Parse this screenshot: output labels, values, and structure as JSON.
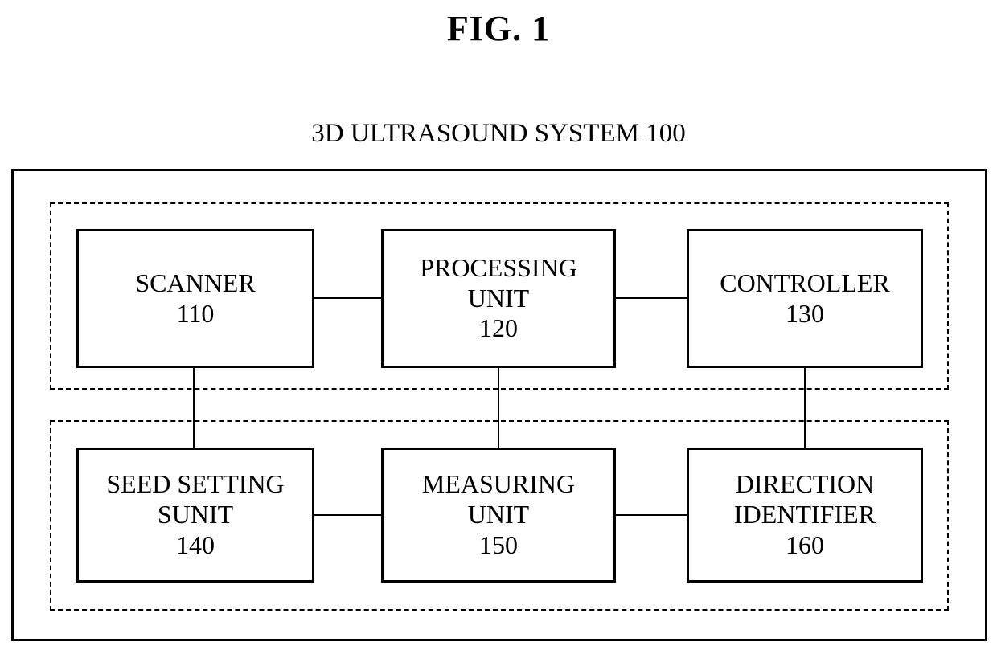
{
  "figure": {
    "title": "FIG. 1",
    "system_label": "3D ULTRASOUND SYSTEM 100"
  },
  "blocks": [
    {
      "id": "scanner",
      "lines": [
        "SCANNER"
      ],
      "number": "110"
    },
    {
      "id": "processing-unit",
      "lines": [
        "PROCESSING",
        "UNIT"
      ],
      "number": "120"
    },
    {
      "id": "controller",
      "lines": [
        "CONTROLLER"
      ],
      "number": "130"
    },
    {
      "id": "seed-setting-unit",
      "lines": [
        "SEED SETTING",
        "SUNIT"
      ],
      "number": "140"
    },
    {
      "id": "measuring-unit",
      "lines": [
        "MEASURING",
        "UNIT"
      ],
      "number": "150"
    },
    {
      "id": "direction-identifier",
      "lines": [
        "DIRECTION",
        "IDENTIFIER"
      ],
      "number": "160"
    }
  ],
  "connectors": [
    "scanner to processing unit",
    "processing unit to controller",
    "seed setting unit to measuring unit",
    "measuring unit to direction identifier",
    "scanner to seed setting unit",
    "processing unit to measuring unit",
    "controller to direction identifier"
  ],
  "colors": {
    "line": "#000000",
    "background": "#ffffff"
  }
}
